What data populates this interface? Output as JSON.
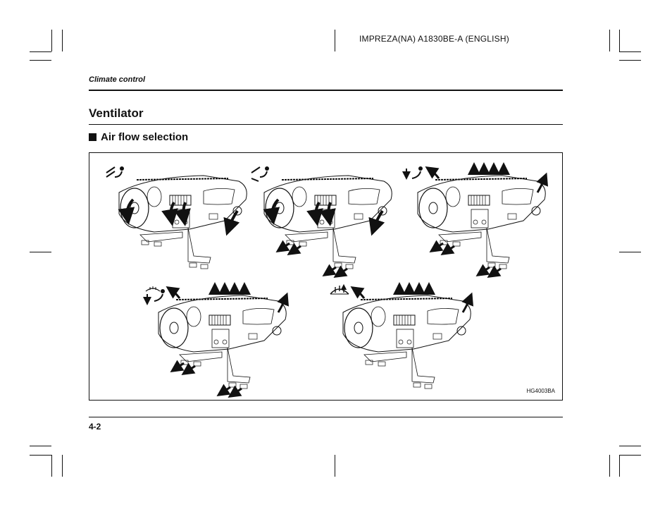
{
  "header": {
    "doc_code": "IMPREZA(NA) A1830BE-A (ENGLISH)"
  },
  "section": {
    "label": "Climate control"
  },
  "page": {
    "title": "Ventilator",
    "subtitle": "Air flow selection",
    "number": "4-2"
  },
  "figure": {
    "code": "HG4003BA",
    "panels": [
      {
        "mode_icon": "face-vent-icon"
      },
      {
        "mode_icon": "bi-level-icon"
      },
      {
        "mode_icon": "foot-icon"
      },
      {
        "mode_icon": "defrost-foot-icon"
      },
      {
        "mode_icon": "defrost-icon"
      }
    ]
  }
}
